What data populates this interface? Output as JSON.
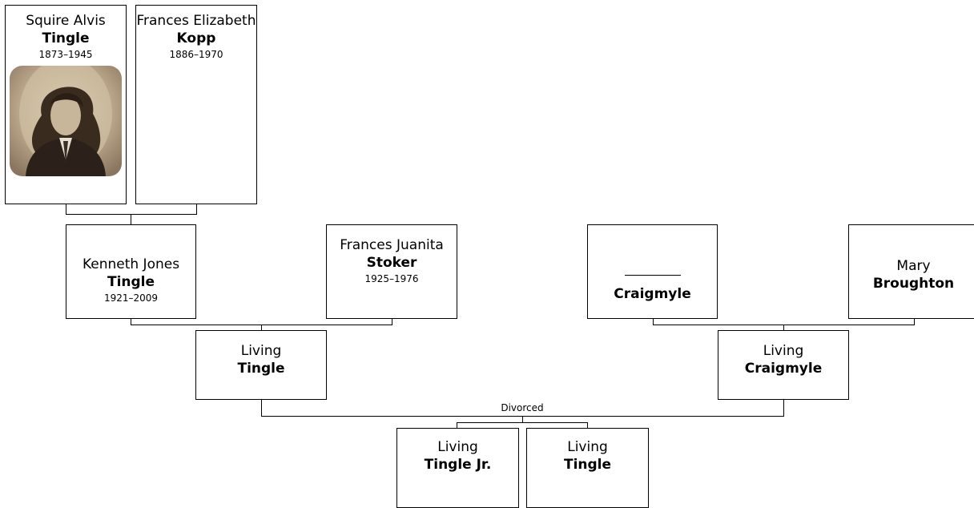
{
  "people": {
    "p_squire": {
      "given": "Squire Alvis",
      "surname": "Tingle",
      "years": "1873–1945"
    },
    "p_frances_kopp": {
      "given": "Frances Elizabeth",
      "surname": "Kopp",
      "years": "1886–1970"
    },
    "p_kenneth": {
      "given": "Kenneth Jones",
      "surname": "Tingle",
      "years": "1921–2009"
    },
    "p_frances_stoker": {
      "given": "Frances Juanita",
      "surname": "Stoker",
      "years": "1925–1976"
    },
    "p_craigmyle_father": {
      "given": "",
      "surname": "Craigmyle",
      "years": ""
    },
    "p_mary": {
      "given": "Mary",
      "surname": "Broughton",
      "years": ""
    },
    "p_living_tingle": {
      "given": "Living",
      "surname": "Tingle",
      "years": ""
    },
    "p_living_craigmyle": {
      "given": "Living",
      "surname": "Craigmyle",
      "years": ""
    },
    "p_child_jr": {
      "given": "Living",
      "surname": "Tingle Jr.",
      "years": ""
    },
    "p_child_2": {
      "given": "Living",
      "surname": "Tingle",
      "years": ""
    }
  },
  "relationship": {
    "divorced_label": "Divorced"
  },
  "colors": {
    "background": "#ffffff",
    "border": "#000000",
    "photo_sepia": "#8a7560"
  }
}
